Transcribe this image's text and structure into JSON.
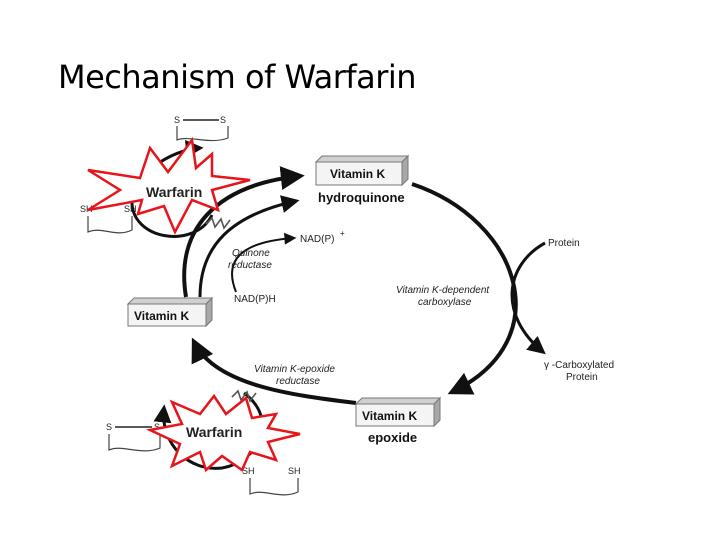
{
  "title": "Mechanism of Warfarin",
  "nodes": {
    "hydroquinone_box": "Vitamin K",
    "hydroquinone_label": "hydroquinone",
    "vitk_box": "Vitamin K",
    "epoxide_box": "Vitamin K",
    "epoxide_label": "epoxide"
  },
  "enzymes": {
    "quinone_reductase_1": "Quinone",
    "quinone_reductase_2": "reductase",
    "epoxide_reductase_1": "Vitamin K-epoxide",
    "epoxide_reductase_2": "reductase",
    "carboxylase_1": "Vitamin K-dependent",
    "carboxylase_2": "carboxylase"
  },
  "cofactors": {
    "nadp_plus": "NAD(P)",
    "nadp_plus_sup": "+",
    "nadph": "NAD(P)H"
  },
  "protein": {
    "substrate": "Protein",
    "product_1": "γ -Carboxylated",
    "product_2": "Protein"
  },
  "inhibitors": {
    "top": "Warfarin",
    "bottom": "Warfarin"
  },
  "thiols": {
    "top_s_left": "S",
    "top_s_right": "S",
    "top_sh_left": "SH",
    "top_sh_right": "SH",
    "bottom_s_left": "S",
    "bottom_s_right": "S",
    "bottom_sh_left": "SH",
    "bottom_sh_right": "SH"
  },
  "colors": {
    "starburst_outline": "#e8141a",
    "arrow": "#111111",
    "box_fill": "#f4f4f4",
    "box_shade": "#a8a8a8"
  }
}
